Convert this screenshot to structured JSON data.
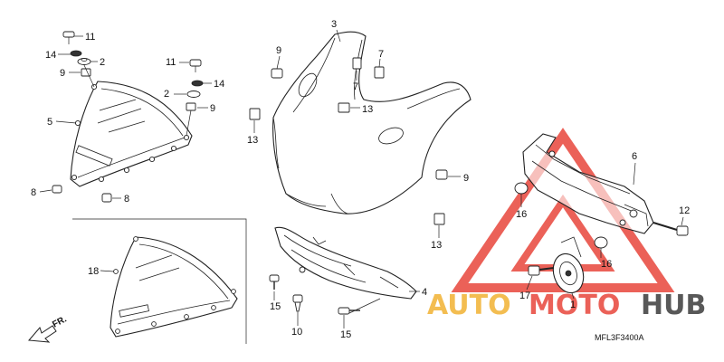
{
  "diagram": {
    "drawing_code": "MFL3F3400A",
    "front_indicator": "FR.",
    "callouts": {
      "c1": "1",
      "c2a": "2",
      "c2b": "2",
      "c3": "3",
      "c4": "4",
      "c5": "5",
      "c6": "6",
      "c7a": "7",
      "c7b": "7",
      "c8a": "8",
      "c8b": "8",
      "c9a": "9",
      "c9b": "9",
      "c9c": "9",
      "c9d": "9",
      "c10": "10",
      "c11a": "11",
      "c11b": "11",
      "c12": "12",
      "c13a": "13",
      "c13b": "13",
      "c13c": "13",
      "c14a": "14",
      "c14b": "14",
      "c15a": "15",
      "c15b": "15",
      "c16a": "16",
      "c16b": "16",
      "c17": "17",
      "c18": "18"
    }
  },
  "watermark": {
    "brand_text_1": "AUTO",
    "brand_text_2": "MOTO",
    "brand_text_3": "HUB",
    "color_gold": "#f2b233",
    "color_red": "#e8463c",
    "color_dark": "#3c3c3c"
  }
}
